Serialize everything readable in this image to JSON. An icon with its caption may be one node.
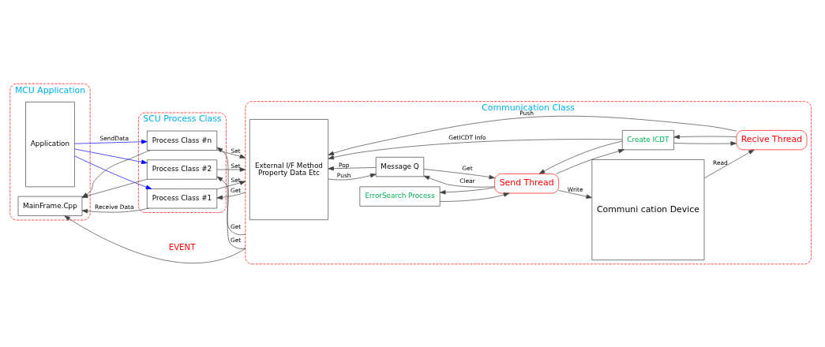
{
  "diagram": {
    "nodes": [
      {
        "text": [
          "MCU Application"
        ]
      },
      {
        "text": [
          "MainFrame.Cpp"
        ],
        "in": 0
      },
      {
        "text": [
          "Application"
        ],
        "in": 0
      },
      {
        "text": [
          "SCU Process Class"
        ]
      },
      {
        "text": [
          "Process Class #1"
        ],
        "in": 3
      },
      {
        "text": [
          "Process Class #2"
        ],
        "in": 3
      },
      {
        "text": [
          "Process Class #n"
        ],
        "in": 3
      },
      {
        "text": [
          "Communication Class"
        ]
      },
      {
        "text": [
          "External I/F Method",
          "Property Data Etc"
        ],
        "in": 7
      },
      {
        "text": [
          "Message Q"
        ],
        "in": 7
      },
      {
        "text": [
          "ErrorSearch Process"
        ],
        "in": 7
      },
      {
        "text": [
          "Send Thread"
        ],
        "in": 7
      },
      {
        "text": [
          "Create ICDT"
        ],
        "in": 7
      },
      {
        "text": [
          "Recive Thread"
        ],
        "in": 7
      },
      {
        "text": [
          "Communi cation Device"
        ],
        "in": 7
      }
    ],
    "edges": [
      {
        "from": 7,
        "to": 1,
        "arrow": "to",
        "label": "EVENT"
      },
      {
        "from": 4,
        "to": 1,
        "arrow": "to",
        "label": "Receive Data"
      },
      {
        "from": 5,
        "to": 1,
        "arrow": "to"
      },
      {
        "from": 6,
        "to": 1,
        "arrow": "to"
      },
      {
        "from": 2,
        "to": 4,
        "arrow": "to",
        "color": "#0000ff"
      },
      {
        "from": 2,
        "to": 5,
        "arrow": "to",
        "color": "#0000ff"
      },
      {
        "from": 2,
        "to": 6,
        "arrow": "to",
        "color": "#0000ff",
        "label": "SendData"
      },
      {
        "from": 4,
        "to": 7,
        "arrow": "to",
        "label": "Set"
      },
      {
        "from": 7,
        "to": 4,
        "arrow": "to",
        "label": "Get"
      },
      {
        "from": 5,
        "to": 7,
        "arrow": "to",
        "label": "Set"
      },
      {
        "from": 7,
        "to": 5,
        "arrow": "to",
        "label": "Get"
      },
      {
        "from": 6,
        "to": 7,
        "arrow": "to",
        "label": "Set"
      },
      {
        "from": 7,
        "to": 6,
        "arrow": "to",
        "label": "Get"
      },
      {
        "from": 8,
        "to": 9,
        "arrow": "to",
        "label": "Push"
      },
      {
        "from": 9,
        "to": 8,
        "arrow": "to",
        "label": "Pop"
      },
      {
        "from": 9,
        "to": 11,
        "arrow": "to",
        "label": "Get"
      },
      {
        "from": 11,
        "to": 9,
        "arrow": "to",
        "label": "Clear"
      },
      {
        "from": 11,
        "to": 10,
        "arrow": "to"
      },
      {
        "from": 10,
        "to": 11,
        "arrow": "to"
      },
      {
        "from": 11,
        "to": 14,
        "arrow": "to",
        "label": "Write"
      },
      {
        "from": 11,
        "to": 12,
        "arrow": "to"
      },
      {
        "from": 12,
        "to": 11,
        "arrow": "to"
      },
      {
        "from": 12,
        "to": 8,
        "arrow": "to",
        "label": "GetICDT Info"
      },
      {
        "from": 12,
        "to": 13,
        "arrow": "to"
      },
      {
        "from": 13,
        "to": 12,
        "arrow": "to"
      },
      {
        "from": 14,
        "to": 13,
        "arrow": "to",
        "label": "Read"
      },
      {
        "from": 13,
        "to": 8,
        "arrow": "to",
        "label": "Push"
      }
    ]
  }
}
